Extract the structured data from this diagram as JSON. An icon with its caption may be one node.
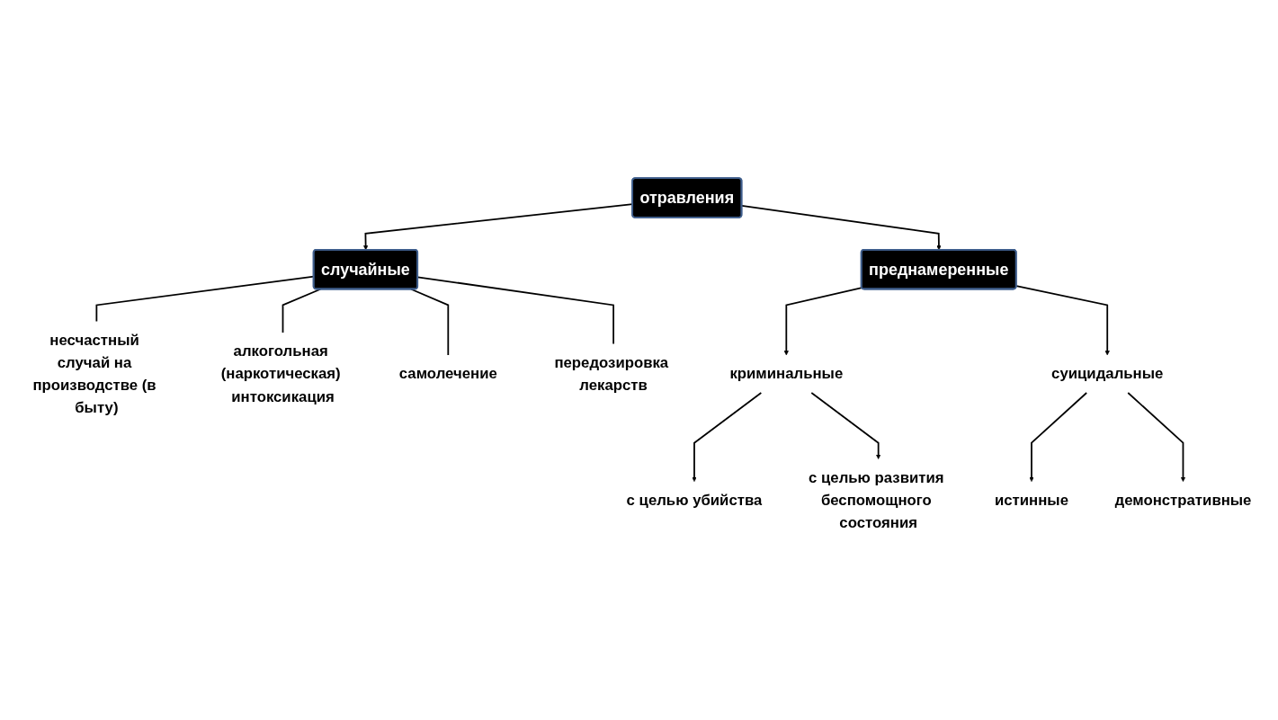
{
  "diagram": {
    "nodes": [
      {
        "text": [
          "отравления"
        ]
      },
      {
        "text": [
          "случайные"
        ]
      },
      {
        "text": [
          "несчастный случай на производстве (в быту)"
        ]
      },
      {
        "text": [
          "алкогольная (наркотическая) интоксикация"
        ]
      },
      {
        "text": [
          "самолечение"
        ]
      },
      {
        "text": [
          "передозировка лекарств"
        ]
      },
      {
        "text": [
          "преднамеренные"
        ]
      },
      {
        "text": [
          "криминальные"
        ]
      },
      {
        "text": [
          "суицидальные"
        ]
      },
      {
        "text": [
          "с целью убийства"
        ]
      },
      {
        "text": [
          "с целью развития беспомощного состояния"
        ]
      },
      {
        "text": [
          "истинные"
        ]
      },
      {
        "text": [
          "демонстративные"
        ]
      }
    ],
    "edges": [
      {
        "from": 0,
        "to": 1,
        "arrow": "to"
      },
      {
        "from": 0,
        "to": 6,
        "arrow": "to"
      },
      {
        "from": 1,
        "to": 2,
        "arrow": "none"
      },
      {
        "from": 1,
        "to": 3,
        "arrow": "none"
      },
      {
        "from": 1,
        "to": 4,
        "arrow": "none"
      },
      {
        "from": 1,
        "to": 5,
        "arrow": "none"
      },
      {
        "from": 6,
        "to": 7,
        "arrow": "to"
      },
      {
        "from": 6,
        "to": 8,
        "arrow": "to"
      },
      {
        "from": 7,
        "to": 9,
        "arrow": "to"
      },
      {
        "from": 7,
        "to": 10,
        "arrow": "to"
      },
      {
        "from": 8,
        "to": 11,
        "arrow": "to"
      },
      {
        "from": 8,
        "to": 12,
        "arrow": "to"
      }
    ]
  }
}
